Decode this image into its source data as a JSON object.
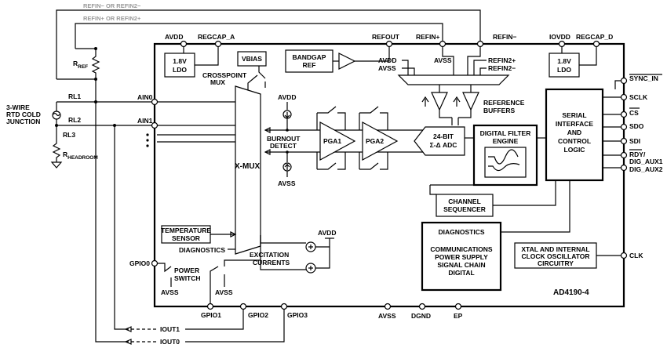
{
  "refs": {
    "refin_minus_or_refin2_minus": "REFIN− OR REFIN2−",
    "refin_plus_or_refin2_plus": "REFIN+ OR REFIN2+"
  },
  "pins": {
    "avdd_top": "AVDD",
    "regcap_a": "REGCAP_A",
    "refout": "REFOUT",
    "refin_plus": "REFIN+",
    "refin_minus": "REFIN−",
    "iovdd": "IOVDD",
    "regcap_d": "REGCAP_D",
    "sync_in": "SYNC_IN",
    "sclk": "SCLK",
    "cs": "CS",
    "sdo": "SDO",
    "sdi": "SDI",
    "rdy_dig_aux1_l1": "RDY/",
    "rdy_dig_aux1_l2": "DIG_AUX1",
    "dig_aux2": "DIG_AUX2",
    "clk": "CLK",
    "ain0": "AIN0",
    "ain1": "AIN1",
    "gpio0": "GPIO0",
    "gpio1": "GPIO1",
    "gpio2": "GPIO2",
    "gpio3": "GPIO3",
    "avss_bottom": "AVSS",
    "dgnd": "DGND",
    "ep": "EP",
    "iout1": "IOUT1",
    "iout0": "IOUT0"
  },
  "external": {
    "rtd_l1": "3-WIRE",
    "rtd_l2": "RTD COLD",
    "rtd_l3": "JUNCTION",
    "rl1": "RL1",
    "rl2": "RL2",
    "rl3": "RL3",
    "rref_main": "R",
    "rref_sub": "REF",
    "rhead_main": "R",
    "rhead_sub": "HEADROOM"
  },
  "blocks": {
    "ldo_a_l1": "1.8V",
    "ldo_a_l2": "LDO",
    "ldo_d_l1": "1.8V",
    "ldo_d_l2": "LDO",
    "vbias": "VBIAS",
    "crosspoint_l1": "CROSSPOINT",
    "crosspoint_l2": "MUX",
    "bandgap_l1": "BANDGAP",
    "bandgap_l2": "REF",
    "refmux_avdd": "AVDD",
    "refmux_avss": "AVSS",
    "refmux_avss2": "AVSS",
    "refmux_refin2_plus": "REFIN2+",
    "refmux_refin2_minus": "REFIN2−",
    "ref_buffers_l1": "REFERENCE",
    "ref_buffers_l2": "BUFFERS",
    "burnout_avdd": "AVDD",
    "burnout_avss": "AVSS",
    "burnout_l1": "BURNOUT",
    "burnout_l2": "DETECT",
    "xmux": "X-MUX",
    "pga1": "PGA1",
    "pga2": "PGA2",
    "adc_l1": "24-BIT",
    "adc_l2": "Σ-Δ ADC",
    "dfe_l1": "DIGITAL FILTER",
    "dfe_l2": "ENGINE",
    "serial_l1": "SERIAL",
    "serial_l2": "INTERFACE",
    "serial_l3": "AND",
    "serial_l4": "CONTROL",
    "serial_l5": "LOGIC",
    "chseq_l1": "CHANNEL",
    "chseq_l2": "SEQUENCER",
    "temp_l1": "TEMPERATURE",
    "temp_l2": "SENSOR",
    "diag_in": "DIAGNOSTICS",
    "excitation_l1": "EXCITATION",
    "excitation_l2": "CURRENTS",
    "excitation_avdd": "AVDD",
    "diag_block_title": "DIAGNOSTICS",
    "diag_block_l1": "COMMUNICATIONS",
    "diag_block_l2": "POWER SUPPLY",
    "diag_block_l3": "SIGNAL CHAIN",
    "diag_block_l4": "DIGITAL",
    "xtal_l1": "XTAL AND INTERNAL",
    "xtal_l2": "CLOCK OSCILLATOR",
    "xtal_l3": "CIRCUITRY",
    "power_switch_l1": "POWER",
    "power_switch_l2": "SWITCH",
    "gpio0_avss": "AVSS",
    "gpio1_avss": "AVSS",
    "part_number": "AD4190-4"
  }
}
